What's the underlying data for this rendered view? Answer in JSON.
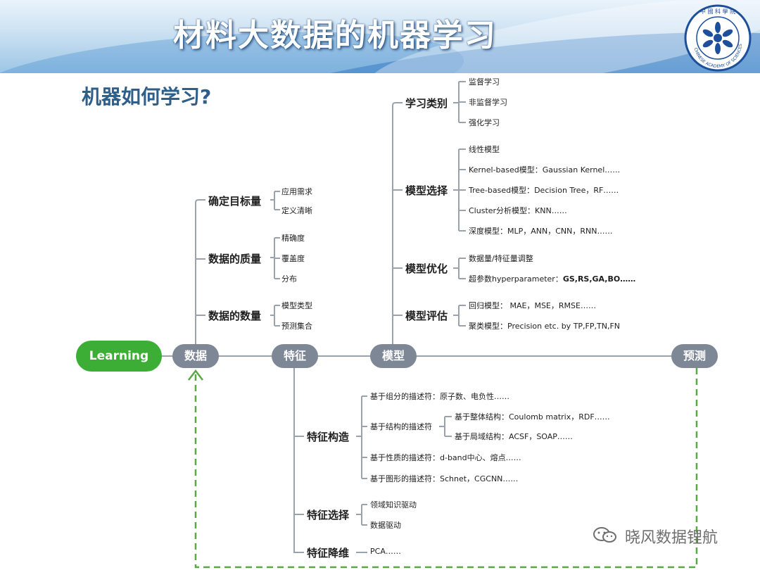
{
  "header": {
    "title": "材料大数据的机器学习"
  },
  "logo": {
    "text": "中 國 科 學 院",
    "ring_text": "CHINESE ACADEMY OF SCIENCES"
  },
  "subtitle": "机器如何学习?",
  "nodes": {
    "learning": "Learning",
    "data": "数据",
    "feature": "特征",
    "model": "模型",
    "predict": "预测"
  },
  "data_branch": [
    {
      "label": "确定目标量",
      "items": [
        "应用需求",
        "定义清晰"
      ]
    },
    {
      "label": "数据的质量",
      "items": [
        "精确度",
        "覆盖度",
        "分布"
      ]
    },
    {
      "label": "数据的数量",
      "items": [
        "模型类型",
        "预测集合"
      ]
    }
  ],
  "model_branch": [
    {
      "label": "学习类别",
      "items": [
        "监督学习",
        "非监督学习",
        "强化学习"
      ]
    },
    {
      "label": "模型选择",
      "items": [
        "线性模型",
        "Kernel-based模型：Gaussian Kernel……",
        "Tree-based模型：Decision Tree，RF……",
        "Cluster分析模型：KNN……",
        "深度模型：MLP，ANN，CNN，RNN……"
      ]
    },
    {
      "label": "模型优化",
      "items": [
        "数据量/特征量调整",
        "超参数hyperparameter："
      ],
      "bold_suffix": "GS,RS,GA,BO……"
    },
    {
      "label": "模型评估",
      "items": [
        "回归模型： MAE，MSE，RMSE……",
        "聚类模型：Precision etc. by TP,FP,TN,FN"
      ]
    }
  ],
  "feature_branch": {
    "construct": {
      "label": "特征构造",
      "items": [
        "基于组分的描述符：原子数、电负性……",
        "基于结构的描述符",
        "基于性质的描述符：d-band中心、熔点……",
        "基于图形的描述符：Schnet，CGCNN……"
      ],
      "structure_sub": [
        "基于整体结构：Coulomb matrix，RDF……",
        "基于局域结构：ACSF，SOAP……"
      ]
    },
    "select": {
      "label": "特征选择",
      "items": [
        "领域知识驱动",
        "数据驱动"
      ]
    },
    "reduce": {
      "label": "特征降维",
      "item": "PCA……"
    }
  },
  "watermark": "晓风数据锂航",
  "colors": {
    "node": "#7e8795",
    "learning": "#3dae35",
    "line": "#9aa3ad",
    "dashed": "#5aa845",
    "title": "#2e5f8a"
  }
}
